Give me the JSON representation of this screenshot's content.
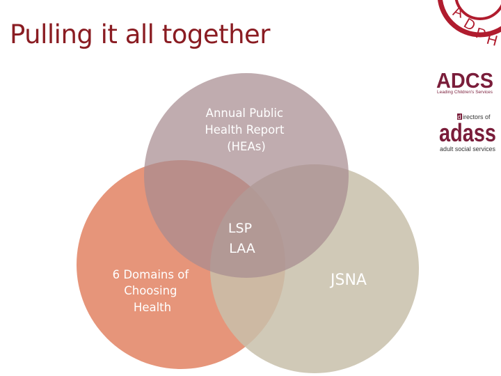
{
  "slide": {
    "title": "Pulling it all together",
    "title_color": "#8a1c22"
  },
  "venn": {
    "top_circle": {
      "label_lines": [
        "Annual Public",
        "Health Report",
        "(HEAs)"
      ],
      "color": "#a78c90"
    },
    "left_circle": {
      "label_lines": [
        "6 Domains of",
        "Choosing",
        "Health"
      ],
      "color": "#e6957a"
    },
    "right_circle": {
      "label_lines": [
        "JSNA"
      ],
      "color": "#c8bfaa"
    },
    "center": {
      "label_lines": [
        "LSP",
        "LAA"
      ]
    }
  },
  "logos": {
    "adph": {
      "letters": [
        "A",
        "D",
        "P",
        "H"
      ],
      "color": "#b01c2e"
    },
    "adcs": {
      "name": "ADCS",
      "tagline": "Leading Children's Services",
      "color": "#7a1d3a"
    },
    "adass": {
      "prefix_initial": "d",
      "prefix_rest": "irectors of",
      "name": "adass",
      "tagline": "adult social services",
      "color": "#7a1d3a"
    }
  }
}
